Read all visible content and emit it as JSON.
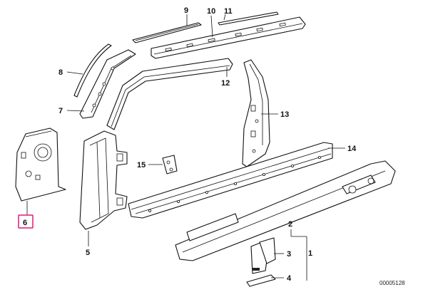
{
  "diagram": {
    "reference_number": "00005128",
    "highlight_color": "#e0197a",
    "highlighted_part": "6",
    "parts": [
      {
        "id": "part-1",
        "label": "1"
      },
      {
        "id": "part-2",
        "label": "2"
      },
      {
        "id": "part-3",
        "label": "3"
      },
      {
        "id": "part-4",
        "label": "4"
      },
      {
        "id": "part-5",
        "label": "5"
      },
      {
        "id": "part-6",
        "label": "6"
      },
      {
        "id": "part-7",
        "label": "7"
      },
      {
        "id": "part-8",
        "label": "8"
      },
      {
        "id": "part-9",
        "label": "9"
      },
      {
        "id": "part-10",
        "label": "10"
      },
      {
        "id": "part-11",
        "label": "11"
      },
      {
        "id": "part-12",
        "label": "12"
      },
      {
        "id": "part-13",
        "label": "13"
      },
      {
        "id": "part-14",
        "label": "14"
      },
      {
        "id": "part-15",
        "label": "15"
      }
    ]
  }
}
